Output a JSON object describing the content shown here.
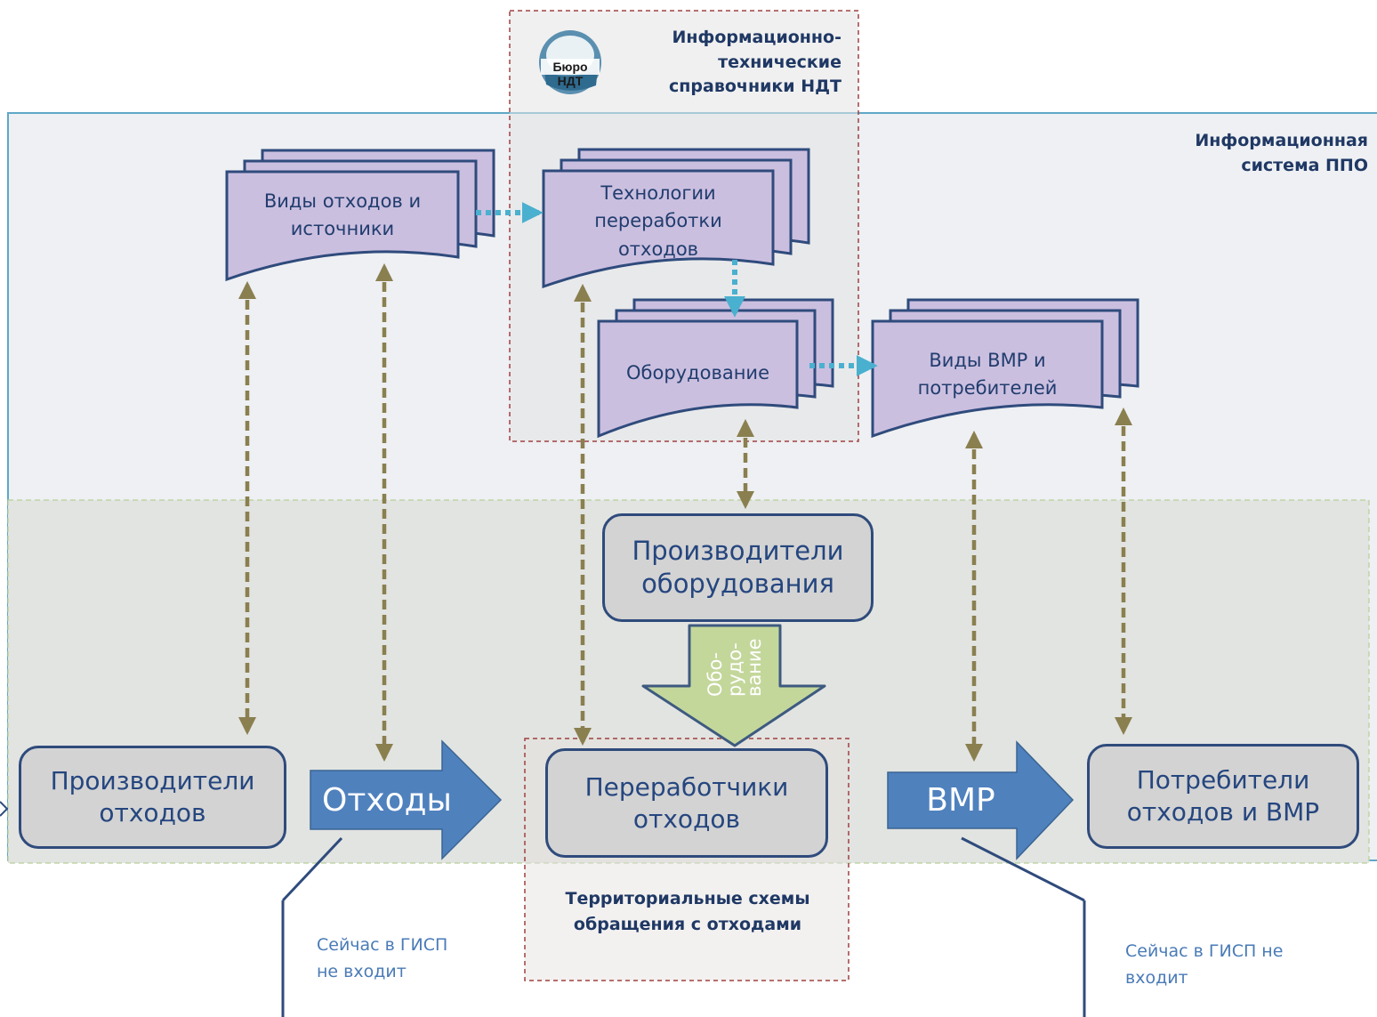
{
  "colors": {
    "ppo_panel": "#eef0f3",
    "ppo_border": "#5fa8c8",
    "lower_panel": "#e2e4e1",
    "doc_fill": "#cbbfe0",
    "doc_stroke": "#2f4b7c",
    "dotted_link": "#4ab0cf",
    "dashed_link": "#8a7f4f",
    "flow_arrow": "#4f81bd",
    "equipment_arrow": "#c4d79b",
    "red_dashed": "#a04040",
    "box_fill": "#d3d3d3",
    "box_text": "#25467f",
    "note_text": "#4a7bb7"
  },
  "ndt": {
    "logo_text": "Бюро НДТ",
    "title": "Информационно-\nтехнические\nсправочники НДТ"
  },
  "ppo": {
    "title": "Информационная\nсистема ППО"
  },
  "docs": {
    "waste_types": "Виды отходов и\nисточники",
    "technologies": "Технологии\nпереработки\nотходов",
    "equipment": "Оборудование",
    "secondary_resources": "Виды ВМР и\nпотребителей"
  },
  "boxes": {
    "equipment_producers": "Производители\nоборудования",
    "waste_producers": "Производители\nотходов",
    "processors": "Переработчики\nотходов",
    "consumers": "Потребители\nотходов и ВМР"
  },
  "arrows": {
    "waste": "Отходы",
    "vmr": "ВМР",
    "equipment": "Обо-\nрудо-\nвание"
  },
  "territorial": {
    "title": "Территориальные схемы\nобращения с отходами"
  },
  "notes": {
    "left": "Сейчас в ГИСП\nне входит",
    "right": "Сейчас в ГИСП не\nвходит"
  }
}
